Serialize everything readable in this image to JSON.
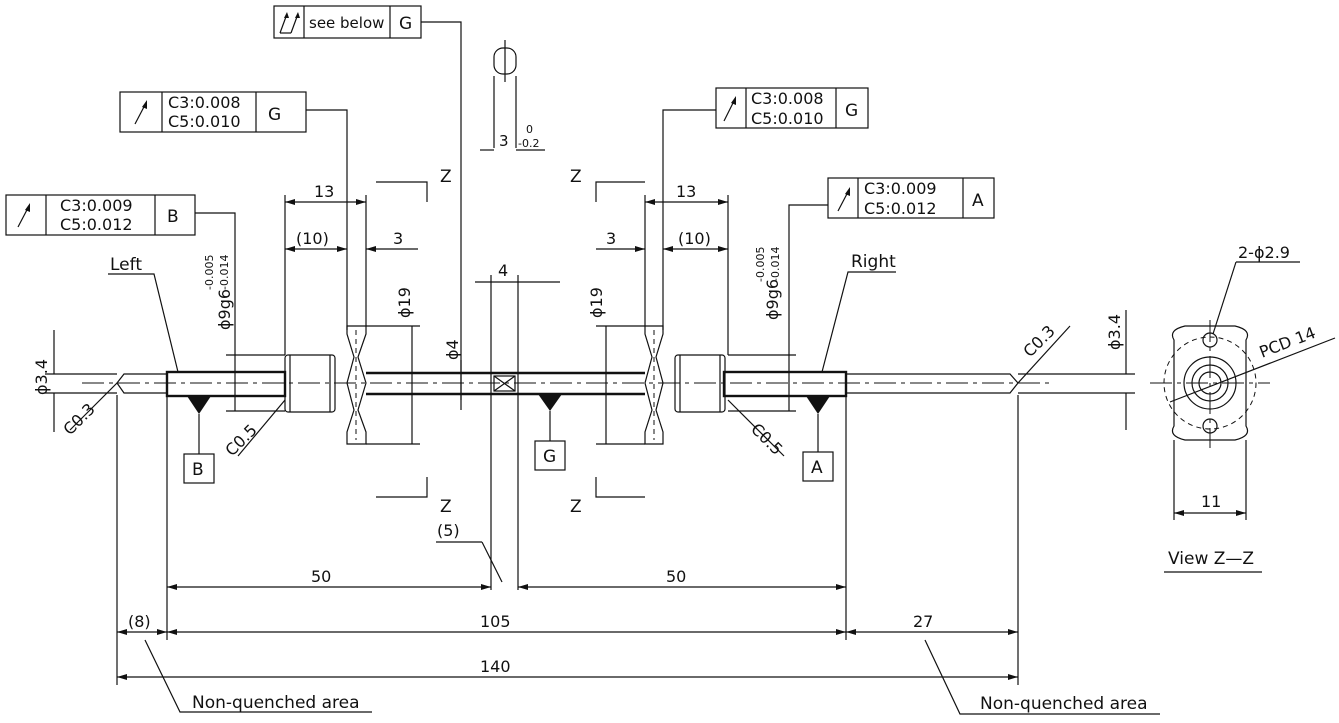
{
  "tolerance_boxes": {
    "g_top": {
      "text": "see below",
      "datum": "G"
    },
    "left_g": {
      "line1": "C3:0.008",
      "line2": "C5:0.010",
      "datum": "G"
    },
    "right_g": {
      "line1": "C3:0.008",
      "line2": "C5:0.010",
      "datum": "G"
    },
    "left_b": {
      "line1": "C3:0.009",
      "line2": "C5:0.012",
      "datum": "B"
    },
    "right_a": {
      "line1": "C3:0.009",
      "line2": "C5:0.012",
      "datum": "A"
    }
  },
  "datums": {
    "b": "B",
    "g": "G",
    "a": "A"
  },
  "labels": {
    "left": "Left",
    "right": "Right",
    "z": "Z",
    "view": "View Z—Z",
    "non_quenched_left": "Non-quenched area",
    "non_quenched_right": "Non-quenched area",
    "pcd": "PCD 14",
    "holes": "2-ϕ2.9"
  },
  "dimensions": {
    "d13_left": "13",
    "d10_left": "(10)",
    "d3_left": "3",
    "d13_right": "13",
    "d10_right": "(10)",
    "d3_right": "3",
    "d3_top": "3",
    "d3_top_tol_up": "0",
    "d3_top_tol_dn": "-0.2",
    "d4": "4",
    "d5": "(5)",
    "d50_left": "50",
    "d50_right": "50",
    "d8": "(8)",
    "d105": "105",
    "d27": "27",
    "d140": "140",
    "d11": "11",
    "phi34_left": "ϕ3.4",
    "phi34_right": "ϕ3.4",
    "phi9_left": "ϕ9g6",
    "phi9_right": "ϕ9g6",
    "phi9_tol_up": "-0.005",
    "phi9_tol_dn": "-0.014",
    "phi19_left": "ϕ19",
    "phi19_right": "ϕ19",
    "phi4": "ϕ4",
    "c03_left": "C0.3",
    "c03_right": "C0.3",
    "c05_left": "C0.5",
    "c05_right": "C0.5"
  }
}
